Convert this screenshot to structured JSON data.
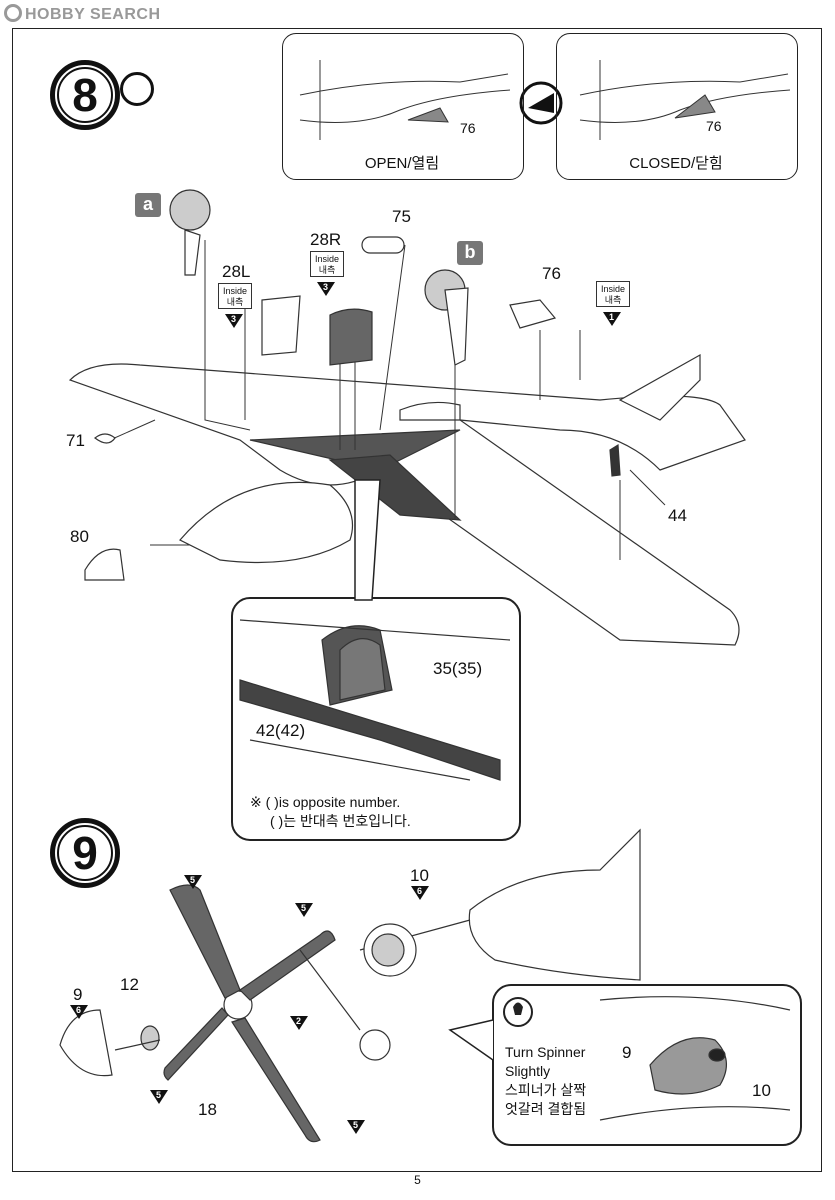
{
  "watermark": "HOBBY SEARCH",
  "steps": {
    "s8": "8",
    "s9": "9"
  },
  "top_panels": {
    "open_label": "OPEN/열림",
    "closed_label": "CLOSED/닫힘",
    "open_part": "76",
    "closed_part": "76"
  },
  "step8": {
    "badge_a": "a",
    "badge_b": "b",
    "p28L": "28L",
    "p28R": "28R",
    "p75": "75",
    "p76": "76",
    "p71": "71",
    "p80": "80",
    "p44": "44",
    "inside_en": "Inside",
    "inside_ko": "내측",
    "tag_28L_num": "3",
    "tag_28R_num": "3",
    "tag_76_num": "1",
    "detail": {
      "p35": "35(35)",
      "p42": "42(42)",
      "note_en": "※ ( )is opposite number.",
      "note_ko": "( )는 반대측 번호입니다."
    }
  },
  "step9": {
    "p9": "9",
    "p9_tri": "6",
    "p12": "12",
    "p18": "18",
    "p10": "10",
    "p10_tri": "6",
    "blade_tri": [
      "5",
      "5",
      "2",
      "5",
      "5"
    ],
    "tip": {
      "en1": "Turn Spinner",
      "en2": "Slightly",
      "ko1": "스피너가 살짝",
      "ko2": "엇갈려 결합됨",
      "p9": "9",
      "p10": "10"
    }
  },
  "page_number": "5"
}
